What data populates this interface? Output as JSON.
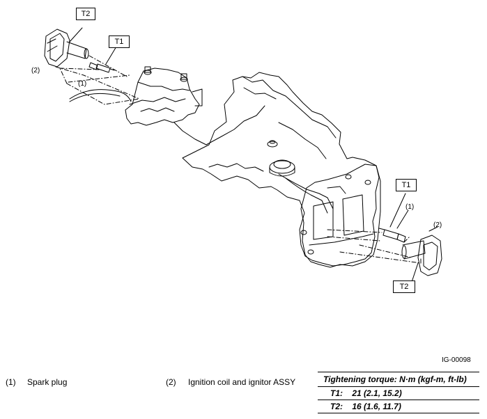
{
  "callouts": {
    "t2_top": "T2",
    "t1_top": "T1",
    "n2_top": "(2)",
    "n1_top": "(1)",
    "t1_right": "T1",
    "n1_right": "(1)",
    "n2_right": "(2)",
    "t2_right": "T2"
  },
  "figure_id": "IG-00098",
  "legend": {
    "item1_num": "(1)",
    "item1_label": "Spark plug",
    "item2_num": "(2)",
    "item2_label": "Ignition coil and ignitor ASSY"
  },
  "torque": {
    "header": "Tightening torque: N·m (kgf-m, ft-lb)",
    "rows": [
      {
        "label": "T1:",
        "value": "21 (2.1, 15.2)"
      },
      {
        "label": "T2:",
        "value": "16 (1.6, 11.7)"
      }
    ]
  }
}
